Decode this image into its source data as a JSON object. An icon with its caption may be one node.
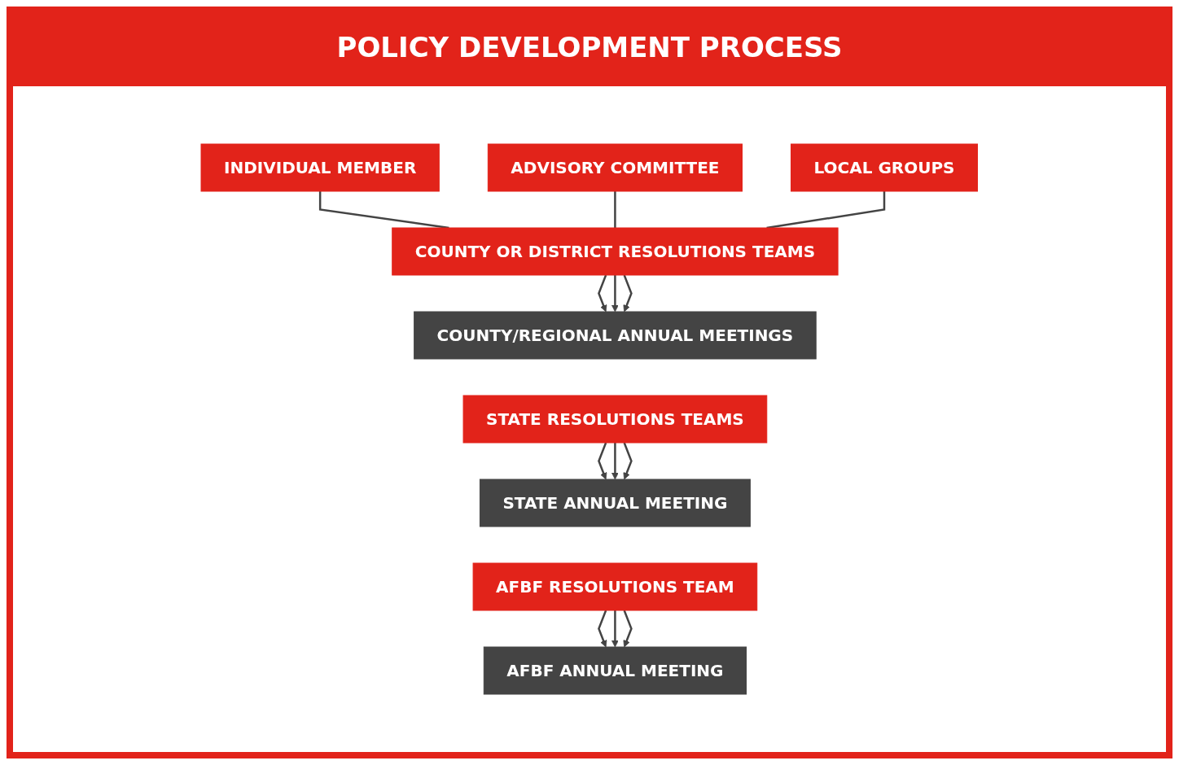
{
  "diagram": {
    "title": "POLICY DEVELOPMENT PROCESS",
    "nodes": [
      {
        "text": [
          "INDIVIDUAL MEMBER"
        ]
      },
      {
        "text": [
          "ADVISORY COMMITTEE"
        ]
      },
      {
        "text": [
          "LOCAL GROUPS"
        ]
      },
      {
        "text": [
          "COUNTY OR DISTRICT RESOLUTIONS TEAMS"
        ]
      },
      {
        "text": [
          "COUNTY/REGIONAL ANNUAL MEETINGS"
        ]
      },
      {
        "text": [
          "STATE RESOLUTIONS TEAMS"
        ]
      },
      {
        "text": [
          "STATE ANNUAL MEETING"
        ]
      },
      {
        "text": [
          "AFBF RESOLUTIONS TEAM"
        ]
      },
      {
        "text": [
          "AFBF ANNUAL MEETING"
        ]
      }
    ],
    "edges": [
      {
        "from": 0,
        "to": 3,
        "arrow": "none"
      },
      {
        "from": 1,
        "to": 3,
        "arrow": "none"
      },
      {
        "from": 2,
        "to": 3,
        "arrow": "none"
      },
      {
        "from": 3,
        "to": 4,
        "arrow": "to"
      },
      {
        "from": 3,
        "to": 4,
        "arrow": "to"
      },
      {
        "from": 3,
        "to": 4,
        "arrow": "to"
      },
      {
        "from": 5,
        "to": 6,
        "arrow": "to"
      },
      {
        "from": 5,
        "to": 6,
        "arrow": "to"
      },
      {
        "from": 5,
        "to": 6,
        "arrow": "to"
      },
      {
        "from": 7,
        "to": 8,
        "arrow": "to"
      },
      {
        "from": 7,
        "to": 8,
        "arrow": "to"
      },
      {
        "from": 7,
        "to": 8,
        "arrow": "to"
      }
    ]
  }
}
